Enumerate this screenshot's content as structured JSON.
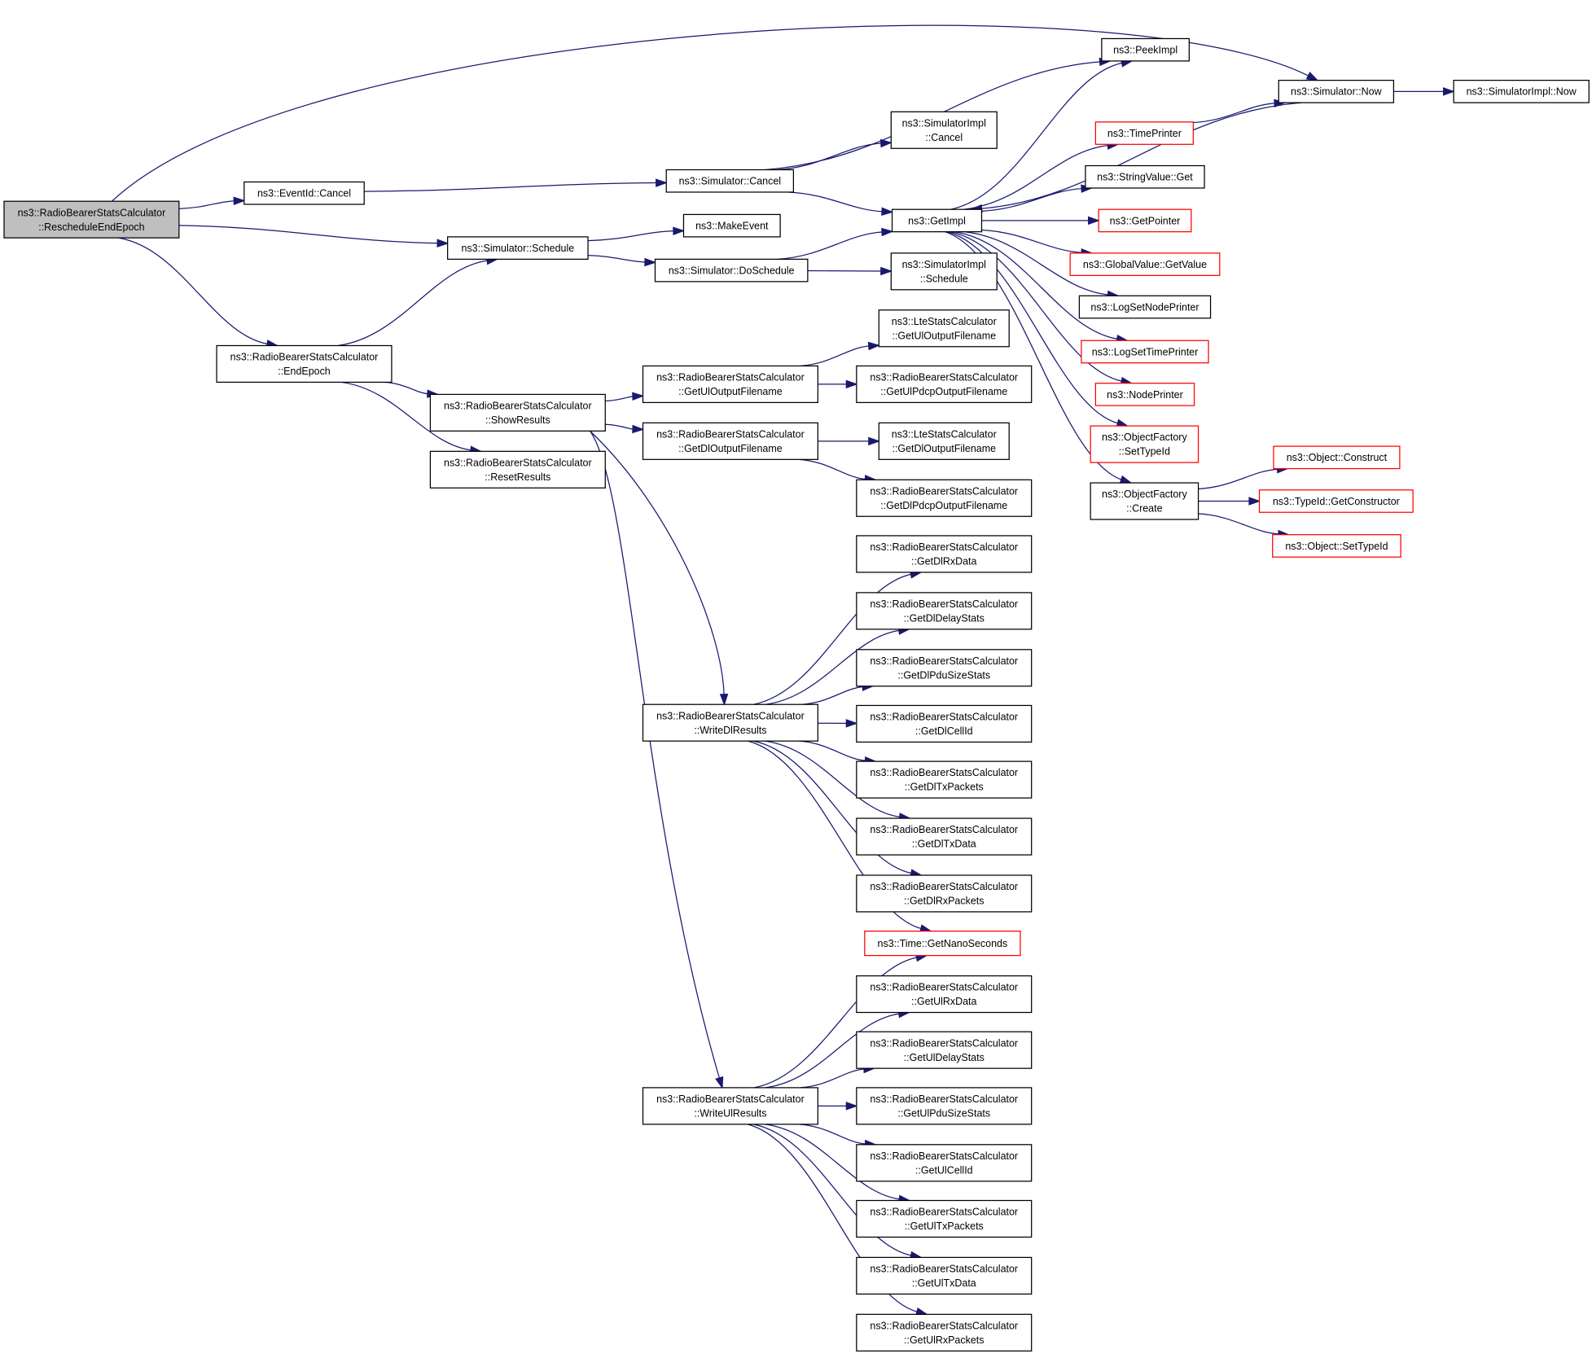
{
  "diagram": {
    "type": "call-graph",
    "edge_color": "#191970",
    "root_fill": "#bfbfbf",
    "truncated_border_color": "#ff0000",
    "nodes": [
      {
        "id": "root",
        "lines": [
          "ns3::RadioBearerStatsCalculator",
          "::RescheduleEndEpoch"
        ],
        "style": "root"
      },
      {
        "id": "eventid_cancel",
        "lines": [
          "ns3::EventId::Cancel"
        ],
        "style": "normal"
      },
      {
        "id": "sim_schedule",
        "lines": [
          "ns3::Simulator::Schedule"
        ],
        "style": "normal"
      },
      {
        "id": "endepoch",
        "lines": [
          "ns3::RadioBearerStatsCalculator",
          "::EndEpoch"
        ],
        "style": "normal"
      },
      {
        "id": "sim_cancel",
        "lines": [
          "ns3::Simulator::Cancel"
        ],
        "style": "normal"
      },
      {
        "id": "makeevent",
        "lines": [
          "ns3::MakeEvent"
        ],
        "style": "normal"
      },
      {
        "id": "doschedule",
        "lines": [
          "ns3::Simulator::DoSchedule"
        ],
        "style": "normal"
      },
      {
        "id": "showresults",
        "lines": [
          "ns3::RadioBearerStatsCalculator",
          "::ShowResults"
        ],
        "style": "normal"
      },
      {
        "id": "resetresults",
        "lines": [
          "ns3::RadioBearerStatsCalculator",
          "::ResetResults"
        ],
        "style": "normal"
      },
      {
        "id": "simimpl_cancel",
        "lines": [
          "ns3::SimulatorImpl",
          "::Cancel"
        ],
        "style": "normal"
      },
      {
        "id": "getimpl",
        "lines": [
          "ns3::GetImpl"
        ],
        "style": "normal"
      },
      {
        "id": "simimpl_schedule",
        "lines": [
          "ns3::SimulatorImpl",
          "::Schedule"
        ],
        "style": "normal"
      },
      {
        "id": "rb_getul_out",
        "lines": [
          "ns3::RadioBearerStatsCalculator",
          "::GetUlOutputFilename"
        ],
        "style": "normal"
      },
      {
        "id": "rb_getdl_out",
        "lines": [
          "ns3::RadioBearerStatsCalculator",
          "::GetDlOutputFilename"
        ],
        "style": "normal"
      },
      {
        "id": "lte_getul_out",
        "lines": [
          "ns3::LteStatsCalculator",
          "::GetUlOutputFilename"
        ],
        "style": "normal"
      },
      {
        "id": "rb_getul_pdcp",
        "lines": [
          "ns3::RadioBearerStatsCalculator",
          "::GetUlPdcpOutputFilename"
        ],
        "style": "normal"
      },
      {
        "id": "lte_getdl_out",
        "lines": [
          "ns3::LteStatsCalculator",
          "::GetDlOutputFilename"
        ],
        "style": "normal"
      },
      {
        "id": "rb_getdl_pdcp",
        "lines": [
          "ns3::RadioBearerStatsCalculator",
          "::GetDlPdcpOutputFilename"
        ],
        "style": "normal"
      },
      {
        "id": "writedl",
        "lines": [
          "ns3::RadioBearerStatsCalculator",
          "::WriteDlResults"
        ],
        "style": "normal"
      },
      {
        "id": "writeul",
        "lines": [
          "ns3::RadioBearerStatsCalculator",
          "::WriteUlResults"
        ],
        "style": "normal"
      },
      {
        "id": "dl_rxdata",
        "lines": [
          "ns3::RadioBearerStatsCalculator",
          "::GetDlRxData"
        ],
        "style": "normal"
      },
      {
        "id": "dl_delay",
        "lines": [
          "ns3::RadioBearerStatsCalculator",
          "::GetDlDelayStats"
        ],
        "style": "normal"
      },
      {
        "id": "dl_pdusize",
        "lines": [
          "ns3::RadioBearerStatsCalculator",
          "::GetDlPduSizeStats"
        ],
        "style": "normal"
      },
      {
        "id": "dl_cellid",
        "lines": [
          "ns3::RadioBearerStatsCalculator",
          "::GetDlCellId"
        ],
        "style": "normal"
      },
      {
        "id": "dl_txpackets",
        "lines": [
          "ns3::RadioBearerStatsCalculator",
          "::GetDlTxPackets"
        ],
        "style": "normal"
      },
      {
        "id": "dl_txdata",
        "lines": [
          "ns3::RadioBearerStatsCalculator",
          "::GetDlTxData"
        ],
        "style": "normal"
      },
      {
        "id": "dl_rxpackets",
        "lines": [
          "ns3::RadioBearerStatsCalculator",
          "::GetDlRxPackets"
        ],
        "style": "normal"
      },
      {
        "id": "getnanoseconds",
        "lines": [
          "ns3::Time::GetNanoSeconds"
        ],
        "style": "red"
      },
      {
        "id": "ul_rxdata",
        "lines": [
          "ns3::RadioBearerStatsCalculator",
          "::GetUlRxData"
        ],
        "style": "normal"
      },
      {
        "id": "ul_delay",
        "lines": [
          "ns3::RadioBearerStatsCalculator",
          "::GetUlDelayStats"
        ],
        "style": "normal"
      },
      {
        "id": "ul_pdusize",
        "lines": [
          "ns3::RadioBearerStatsCalculator",
          "::GetUlPduSizeStats"
        ],
        "style": "normal"
      },
      {
        "id": "ul_cellid",
        "lines": [
          "ns3::RadioBearerStatsCalculator",
          "::GetUlCellId"
        ],
        "style": "normal"
      },
      {
        "id": "ul_txpackets",
        "lines": [
          "ns3::RadioBearerStatsCalculator",
          "::GetUlTxPackets"
        ],
        "style": "normal"
      },
      {
        "id": "ul_txdata",
        "lines": [
          "ns3::RadioBearerStatsCalculator",
          "::GetUlTxData"
        ],
        "style": "normal"
      },
      {
        "id": "ul_rxpackets",
        "lines": [
          "ns3::RadioBearerStatsCalculator",
          "::GetUlRxPackets"
        ],
        "style": "normal"
      },
      {
        "id": "peekimpl",
        "lines": [
          "ns3::PeekImpl"
        ],
        "style": "normal"
      },
      {
        "id": "sim_now",
        "lines": [
          "ns3::Simulator::Now"
        ],
        "style": "normal"
      },
      {
        "id": "simimpl_now",
        "lines": [
          "ns3::SimulatorImpl::Now"
        ],
        "style": "normal"
      },
      {
        "id": "timeprinter",
        "lines": [
          "ns3::TimePrinter"
        ],
        "style": "red"
      },
      {
        "id": "stringvalue_get",
        "lines": [
          "ns3::StringValue::Get"
        ],
        "style": "normal"
      },
      {
        "id": "getpointer",
        "lines": [
          "ns3::GetPointer"
        ],
        "style": "red"
      },
      {
        "id": "globalvalue_getvalue",
        "lines": [
          "ns3::GlobalValue::GetValue"
        ],
        "style": "red"
      },
      {
        "id": "logsetnodeprinter",
        "lines": [
          "ns3::LogSetNodePrinter"
        ],
        "style": "normal"
      },
      {
        "id": "logsettimeprinter",
        "lines": [
          "ns3::LogSetTimePrinter"
        ],
        "style": "red"
      },
      {
        "id": "nodeprinter",
        "lines": [
          "ns3::NodePrinter"
        ],
        "style": "red"
      },
      {
        "id": "of_settypeid",
        "lines": [
          "ns3::ObjectFactory",
          "::SetTypeId"
        ],
        "style": "red"
      },
      {
        "id": "of_create",
        "lines": [
          "ns3::ObjectFactory",
          "::Create"
        ],
        "style": "normal"
      },
      {
        "id": "obj_construct",
        "lines": [
          "ns3::Object::Construct"
        ],
        "style": "red"
      },
      {
        "id": "typeid_getconstructor",
        "lines": [
          "ns3::TypeId::GetConstructor"
        ],
        "style": "red"
      },
      {
        "id": "obj_settypeid",
        "lines": [
          "ns3::Object::SetTypeId"
        ],
        "style": "red"
      }
    ],
    "edges": [
      [
        "root",
        "sim_now"
      ],
      [
        "root",
        "eventid_cancel"
      ],
      [
        "root",
        "sim_schedule"
      ],
      [
        "root",
        "endepoch"
      ],
      [
        "eventid_cancel",
        "sim_cancel"
      ],
      [
        "sim_cancel",
        "simimpl_cancel"
      ],
      [
        "sim_cancel",
        "getimpl"
      ],
      [
        "sim_cancel",
        "peekimpl"
      ],
      [
        "sim_schedule",
        "makeevent"
      ],
      [
        "sim_schedule",
        "doschedule"
      ],
      [
        "doschedule",
        "getimpl"
      ],
      [
        "doschedule",
        "simimpl_schedule"
      ],
      [
        "endepoch",
        "sim_schedule"
      ],
      [
        "endepoch",
        "showresults"
      ],
      [
        "endepoch",
        "resetresults"
      ],
      [
        "showresults",
        "rb_getul_out"
      ],
      [
        "showresults",
        "rb_getdl_out"
      ],
      [
        "showresults",
        "writedl"
      ],
      [
        "showresults",
        "writeul"
      ],
      [
        "rb_getul_out",
        "lte_getul_out"
      ],
      [
        "rb_getul_out",
        "rb_getul_pdcp"
      ],
      [
        "rb_getdl_out",
        "lte_getdl_out"
      ],
      [
        "rb_getdl_out",
        "rb_getdl_pdcp"
      ],
      [
        "writedl",
        "dl_rxdata"
      ],
      [
        "writedl",
        "dl_delay"
      ],
      [
        "writedl",
        "dl_pdusize"
      ],
      [
        "writedl",
        "dl_cellid"
      ],
      [
        "writedl",
        "dl_txpackets"
      ],
      [
        "writedl",
        "dl_txdata"
      ],
      [
        "writedl",
        "dl_rxpackets"
      ],
      [
        "writedl",
        "getnanoseconds"
      ],
      [
        "writeul",
        "getnanoseconds"
      ],
      [
        "writeul",
        "ul_rxdata"
      ],
      [
        "writeul",
        "ul_delay"
      ],
      [
        "writeul",
        "ul_pdusize"
      ],
      [
        "writeul",
        "ul_cellid"
      ],
      [
        "writeul",
        "ul_txpackets"
      ],
      [
        "writeul",
        "ul_txdata"
      ],
      [
        "writeul",
        "ul_rxpackets"
      ],
      [
        "getimpl",
        "peekimpl"
      ],
      [
        "getimpl",
        "timeprinter"
      ],
      [
        "getimpl",
        "stringvalue_get"
      ],
      [
        "getimpl",
        "getpointer"
      ],
      [
        "getimpl",
        "globalvalue_getvalue"
      ],
      [
        "getimpl",
        "logsetnodeprinter"
      ],
      [
        "getimpl",
        "logsettimeprinter"
      ],
      [
        "getimpl",
        "nodeprinter"
      ],
      [
        "getimpl",
        "of_settypeid"
      ],
      [
        "getimpl",
        "of_create"
      ],
      [
        "sim_now",
        "getimpl"
      ],
      [
        "sim_now",
        "simimpl_now"
      ],
      [
        "timeprinter",
        "sim_now"
      ],
      [
        "of_create",
        "obj_construct"
      ],
      [
        "of_create",
        "typeid_getconstructor"
      ],
      [
        "of_create",
        "obj_settypeid"
      ]
    ]
  }
}
